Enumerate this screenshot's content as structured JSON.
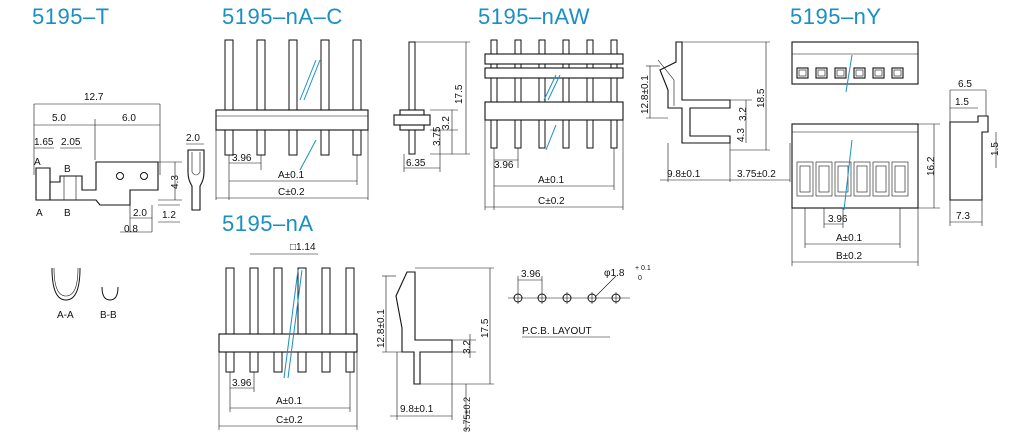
{
  "titles": {
    "t1": "5195–T",
    "t2": "5195–nA–C",
    "t3": "5195–nAW",
    "t4": "5195–nY",
    "t5": "5195–nA"
  },
  "terminal": {
    "d_12_7": "12.7",
    "d_5_0": "5.0",
    "d_6_0": "6.0",
    "d_1_65": "1.65",
    "d_2_05": "2.05",
    "d_2_0_top": "2.0",
    "d_4_3": "4.3",
    "d_2_0_bot": "2.0",
    "d_0_8": "0.8",
    "d_1_2": "1.2",
    "lbl_A1": "A",
    "lbl_A2": "A",
    "lbl_B1": "B",
    "lbl_B2": "B",
    "sec_AA": "A-A",
    "sec_BB": "B-B"
  },
  "nac": {
    "d_17_5": "17.5",
    "d_3_75": "3.75",
    "d_3_2": "3.2",
    "d_6_35": "6.35",
    "d_3_96": "3.96",
    "d_A": "A±0.1",
    "d_C": "C±0.2"
  },
  "naw": {
    "d_12_8": "12.8±0.1",
    "d_18_5": "18.5",
    "d_3_2": "3.2",
    "d_4_3": "4.3",
    "d_3_96": "3.96",
    "d_A": "A±0.1",
    "d_C": "C±0.2",
    "d_9_8": "9.8±0.1",
    "d_3_75": "3.75±0.2"
  },
  "ny": {
    "d_6_5": "6.5",
    "d_1_5a": "1.5",
    "d_1_5b": "1.5",
    "d_16_2": "16.2",
    "d_3_96": "3.96",
    "d_A": "A±0.1",
    "d_B": "B±0.2",
    "d_7_3": "7.3"
  },
  "na": {
    "d_1_14": "□1.14",
    "d_12_8": "12.8±0.1",
    "d_3_2": "3.2",
    "d_17_5": "17.5",
    "d_3_96": "3.96",
    "d_A": "A±0.1",
    "d_C": "C±0.2",
    "d_9_8": "9.8±0.1",
    "d_3_75": "3.75±0.2"
  },
  "pcb": {
    "d_3_96": "3.96",
    "d_hole": "φ1.8",
    "d_tol_top": "+ 0.1",
    "d_tol_bot": "0",
    "label": "P.C.B. LAYOUT"
  }
}
